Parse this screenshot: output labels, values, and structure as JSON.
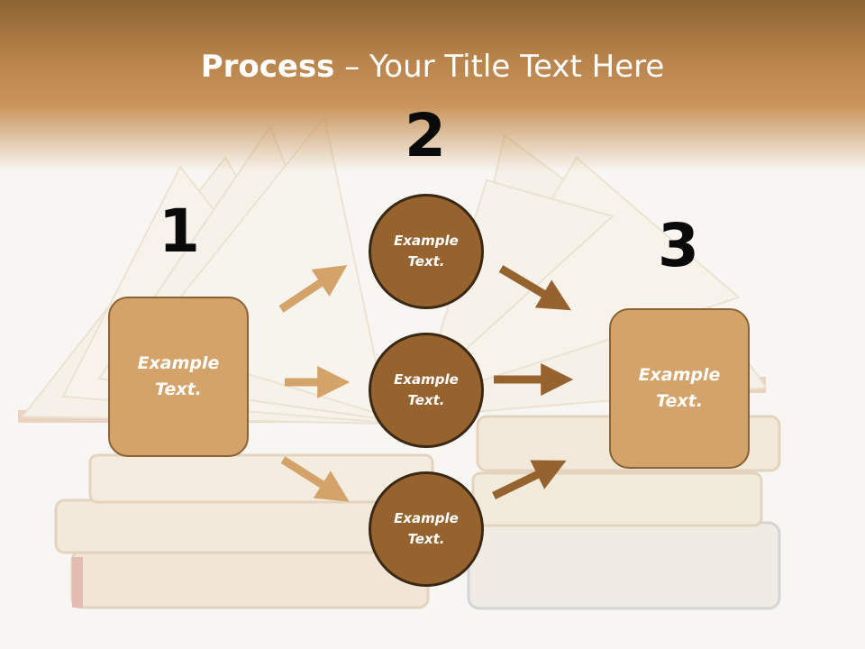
{
  "title": {
    "bold": "Process",
    "rest": " – Your Title Text Here"
  },
  "steps": [
    {
      "number": "1",
      "text": "Example Text."
    },
    {
      "number": "2",
      "items": [
        "Example Text.",
        "Example Text.",
        "Example Text."
      ]
    },
    {
      "number": "3",
      "text": "Example Text."
    }
  ],
  "colors": {
    "box_fill": "#d4a36a",
    "circle_fill": "#96632f",
    "arrow_light": "#d4a36a",
    "arrow_dark": "#96632f",
    "header": "#b9844b"
  },
  "background_image": "stack-of-open-books"
}
